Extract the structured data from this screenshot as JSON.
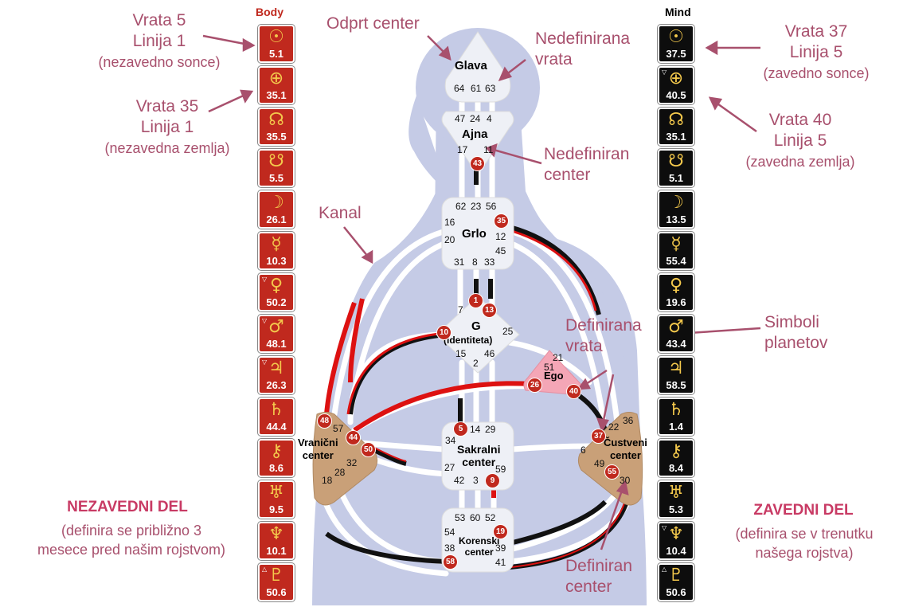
{
  "columns": {
    "body_title": "Body",
    "mind_title": "Mind"
  },
  "colors": {
    "body_red": "#c0291e",
    "mind_black": "#0d0d0d",
    "annotation": "#a8506d",
    "silhouette": "#c5cbe6"
  },
  "body_planets": [
    {
      "icon": "sun-icon",
      "symbol": "☉",
      "value": "5.1"
    },
    {
      "icon": "earth-icon",
      "symbol": "⊕",
      "value": "35.1"
    },
    {
      "icon": "north-node-icon",
      "symbol": "☊",
      "value": "35.5"
    },
    {
      "icon": "south-node-icon",
      "symbol": "☋",
      "value": "5.5"
    },
    {
      "icon": "moon-icon",
      "symbol": "☽",
      "value": "26.1"
    },
    {
      "icon": "mercury-icon",
      "symbol": "☿",
      "value": "10.3"
    },
    {
      "icon": "venus-icon",
      "symbol": "♀",
      "value": "50.2",
      "mark": "▽"
    },
    {
      "icon": "mars-icon",
      "symbol": "♂",
      "value": "48.1",
      "mark": "▽"
    },
    {
      "icon": "jupiter-icon",
      "symbol": "♃",
      "value": "26.3",
      "mark": "▽"
    },
    {
      "icon": "saturn-icon",
      "symbol": "♄",
      "value": "44.4"
    },
    {
      "icon": "chiron-icon",
      "symbol": "⚷",
      "value": "8.6"
    },
    {
      "icon": "uranus-icon",
      "symbol": "♅",
      "value": "9.5"
    },
    {
      "icon": "neptune-icon",
      "symbol": "♆",
      "value": "10.1"
    },
    {
      "icon": "pluto-icon",
      "symbol": "♇",
      "value": "50.6",
      "mark": "△"
    }
  ],
  "mind_planets": [
    {
      "icon": "sun-icon",
      "symbol": "☉",
      "value": "37.5"
    },
    {
      "icon": "earth-icon",
      "symbol": "⊕",
      "value": "40.5",
      "mark": "▽"
    },
    {
      "icon": "north-node-icon",
      "symbol": "☊",
      "value": "35.1"
    },
    {
      "icon": "south-node-icon",
      "symbol": "☋",
      "value": "5.1"
    },
    {
      "icon": "moon-icon",
      "symbol": "☽",
      "value": "13.5"
    },
    {
      "icon": "mercury-icon",
      "symbol": "☿",
      "value": "55.4"
    },
    {
      "icon": "venus-icon",
      "symbol": "♀",
      "value": "19.6"
    },
    {
      "icon": "mars-icon",
      "symbol": "♂",
      "value": "43.4"
    },
    {
      "icon": "jupiter-icon",
      "symbol": "♃",
      "value": "58.5"
    },
    {
      "icon": "saturn-icon",
      "symbol": "♄",
      "value": "1.4"
    },
    {
      "icon": "chiron-icon",
      "symbol": "⚷",
      "value": "8.4"
    },
    {
      "icon": "uranus-icon",
      "symbol": "♅",
      "value": "5.3"
    },
    {
      "icon": "neptune-icon",
      "symbol": "♆",
      "value": "10.4",
      "mark": "▽"
    },
    {
      "icon": "pluto-icon",
      "symbol": "♇",
      "value": "50.6",
      "mark": "△"
    }
  ],
  "annotations": {
    "vrata5": [
      "Vrata 5",
      "Linija 1",
      "(nezavedno sonce)"
    ],
    "vrata35": [
      "Vrata 35",
      "Linija 1",
      "(nezavedna zemlja)"
    ],
    "vrata37": [
      "Vrata 37",
      "Linija 5",
      "(zavedno sonce)"
    ],
    "vrata40": [
      "Vrata 40",
      "Linija 5",
      "(zavedna zemlja)"
    ],
    "odprt_center": "Odprt center",
    "nedefinirana_vrata": [
      "Nedefinirana",
      "vrata"
    ],
    "nedefiniran_center": [
      "Nedefiniran",
      "center"
    ],
    "kanal": "Kanal",
    "definirana_vrata": [
      "Definirana",
      "vrata"
    ],
    "simboli_planetov": [
      "Simboli",
      "planetov"
    ],
    "definiran_center": [
      "Definiran",
      "center"
    ]
  },
  "sides": {
    "left_title": "NEZAVEDNI DEL",
    "left_sub": [
      "(definira se približno 3",
      "mesece pred našim rojstvom)"
    ],
    "right_title": "ZAVEDNI DEL",
    "right_sub": [
      "(definira se v trenutku",
      "našega rojstva)"
    ]
  },
  "centers": {
    "glava": "Glava",
    "ajna": "Ajna",
    "grlo": "Grlo",
    "g": "G",
    "g_sub": "(identiteta)",
    "ego": "Ego",
    "sakralni": [
      "Sakralni",
      "center"
    ],
    "vranicni": [
      "Vranični",
      "center"
    ],
    "custveni": [
      "Čustveni",
      "center"
    ],
    "korenski": [
      "Korenski",
      "center"
    ]
  },
  "gates": {
    "g64": "64",
    "g61": "61",
    "g63": "63",
    "g47": "47",
    "g24": "24",
    "g4": "4",
    "g17": "17",
    "g11": "11",
    "g62": "62",
    "g23": "23",
    "g56": "56",
    "g16": "16",
    "g20": "20",
    "g12": "12",
    "g45": "45",
    "g31": "31",
    "g8": "8",
    "g33": "33",
    "g7": "7",
    "g25": "25",
    "g15": "15",
    "g46": "46",
    "g2": "2",
    "g21": "21",
    "g51": "51",
    "g14": "14",
    "g29": "29",
    "g34": "34",
    "g27": "27",
    "g59": "59",
    "g42": "42",
    "g3": "3",
    "g57": "57",
    "g32": "32",
    "g28": "28",
    "g18": "18",
    "g22": "22",
    "g36": "36",
    "g6": "6",
    "g49": "49",
    "g30": "30",
    "g53": "53",
    "g60": "60",
    "g52": "52",
    "g54": "54",
    "g38": "38",
    "g39": "39",
    "g41": "41"
  },
  "active_gates": {
    "a43": "43",
    "a35": "35",
    "a1": "1",
    "a13": "13",
    "a10": "10",
    "a26": "26",
    "a40": "40",
    "a5": "5",
    "a9": "9",
    "a48": "48",
    "a44": "44",
    "a50": "50",
    "a37": "37",
    "a55": "55",
    "a19": "19",
    "a58": "58"
  }
}
